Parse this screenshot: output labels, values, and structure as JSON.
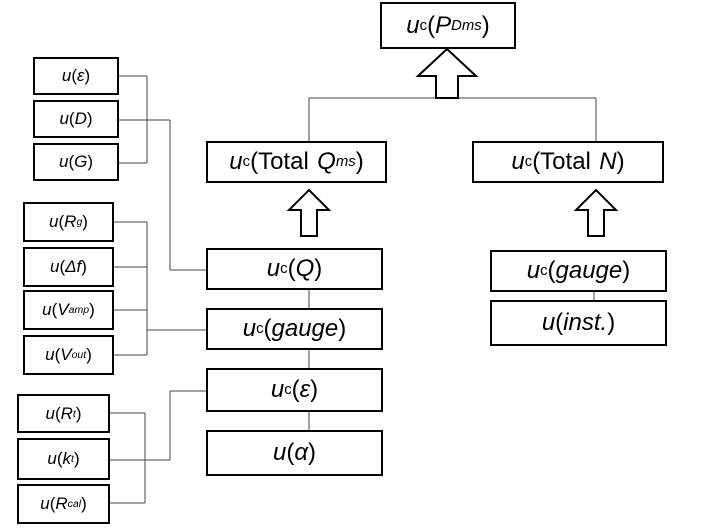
{
  "colors": {
    "stroke": "#000000",
    "fill": "#ffffff"
  },
  "top": {
    "u": "u",
    "c": "c",
    "paren_open": "(",
    "var": "P",
    "sub": "Dms",
    "paren_close": ")"
  },
  "total_q": {
    "u": "u",
    "c": "c",
    "open": "(Total",
    "var": "Q",
    "sub": "ms",
    "close": ")"
  },
  "total_n": {
    "u": "u",
    "c": "c",
    "open": "(Total",
    "var": "N",
    "close": ")"
  },
  "uc_q": {
    "u": "u",
    "c": "c",
    "open": "(",
    "var": "Q",
    "close": ")"
  },
  "uc_gauge_left": {
    "u": "u",
    "c": "c",
    "open": "(",
    "var": "gauge",
    "close": ")"
  },
  "uc_eps": {
    "u": "u",
    "c": "c",
    "open": "(",
    "var": "ε",
    "close": ")"
  },
  "u_alpha": {
    "u": "u",
    "open": "(",
    "var": "α",
    "close": ")"
  },
  "uc_gauge_right": {
    "u": "u",
    "c": "c",
    "open": "(",
    "var": "gauge",
    "close": ")"
  },
  "u_inst": {
    "u": "u",
    "open": "(",
    "var": "inst.",
    "close": ")"
  },
  "small_boxes": {
    "eps": {
      "u": "u",
      "open": "(",
      "var": "ε",
      "close": ")"
    },
    "d": {
      "u": "u",
      "open": "(",
      "var": "D",
      "close": ")"
    },
    "g": {
      "u": "u",
      "open": "(",
      "var": "G",
      "close": ")"
    },
    "rg": {
      "u": "u",
      "open": "(",
      "var": "R",
      "sub": "g",
      "close": ")"
    },
    "df": {
      "u": "u",
      "open": "(",
      "var": "Δf",
      "close": ")"
    },
    "vamp": {
      "u": "u",
      "open": "(",
      "var": "V",
      "sub": "amp",
      "close": ")"
    },
    "vout": {
      "u": "u",
      "open": "(",
      "var": "V",
      "sub": "out",
      "close": ")"
    },
    "rt": {
      "u": "u",
      "open": "(",
      "var": "R",
      "sub": "t",
      "close": ")"
    },
    "kt": {
      "u": "u",
      "open": "(",
      "var": "k",
      "sub": "t",
      "close": ")"
    },
    "rcal": {
      "u": "u",
      "open": "(",
      "var": "R",
      "sub": "cal",
      "close": ")"
    }
  }
}
